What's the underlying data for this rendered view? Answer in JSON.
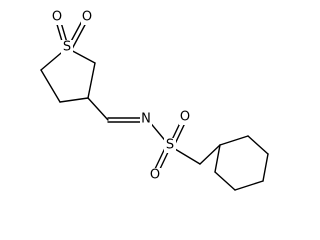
{
  "diagram": {
    "type": "chemical-structure",
    "atoms": {
      "ring_sulfur": "S",
      "ring_oxygen_1": "O",
      "ring_oxygen_2": "O",
      "imine_nitrogen": "N",
      "sulfonyl_sulfur": "S",
      "sulfonyl_oxygen_1": "O",
      "sulfonyl_oxygen_2": "O"
    },
    "colors": {
      "bond": "#000000",
      "label": "#000000",
      "background": "#ffffff"
    }
  }
}
